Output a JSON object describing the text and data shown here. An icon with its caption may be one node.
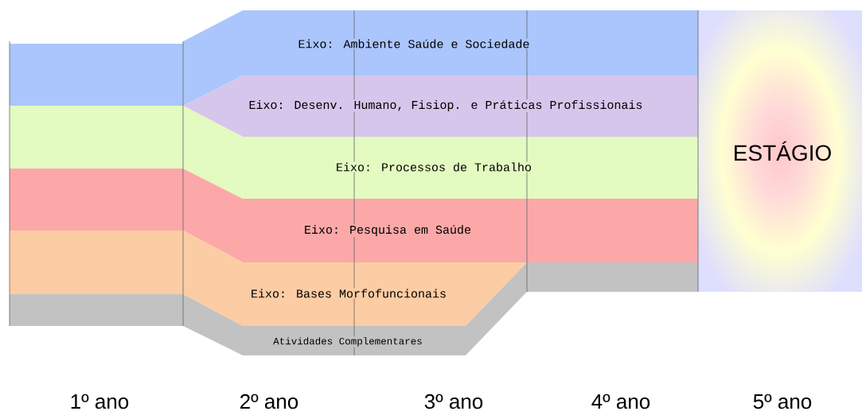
{
  "diagram": {
    "nodes": [
      {
        "text": [
          "Eixo: Ambiente Saúde e Sociedade"
        ]
      },
      {
        "text": [
          "Eixo: Desenv. Humano, Fisiop. e Práticas Profissionais"
        ]
      },
      {
        "text": [
          "Eixo: Processos de Trabalho"
        ]
      },
      {
        "text": [
          "Eixo: Pesquisa em Saúde"
        ]
      },
      {
        "text": [
          "Eixo: Bases Morfofuncionais"
        ]
      },
      {
        "text": [
          "Atividades Complementares"
        ]
      },
      {
        "text": [
          "ESTÁGIO"
        ]
      }
    ],
    "labels": [
      "1º ano",
      "2º ano",
      "3º ano",
      "4º ano",
      "5º ano"
    ]
  }
}
